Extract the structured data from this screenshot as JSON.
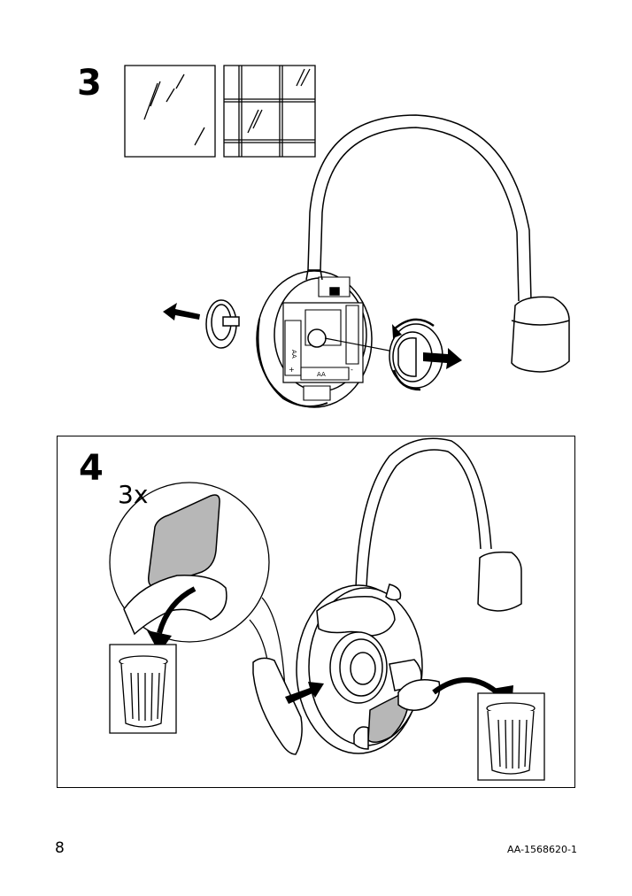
{
  "page_number": "8",
  "doc_code": "AA-1568620-1",
  "steps": [
    {
      "number": "3"
    },
    {
      "number": "4",
      "quantity_label": "3x"
    }
  ],
  "battery_marks": [
    "AA",
    "AA",
    "+",
    "-"
  ],
  "icons": {
    "step3": [
      "glass-surface-icon",
      "tile-surface-icon",
      "lamp-base-icon",
      "lamp-arm-icon",
      "knob-icon",
      "rotate-arrow-icon"
    ],
    "step4": [
      "adhesive-pad-icon",
      "trash-bin-icon",
      "lamp-base-icon",
      "arrow-icon"
    ]
  }
}
